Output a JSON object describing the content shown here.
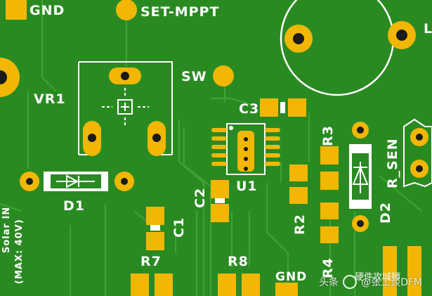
{
  "labels": {
    "gnd_top": "GND",
    "set_mppt": "SET-MPPT",
    "vr1": "VR1",
    "sw": "SW",
    "c3": "C3",
    "r3": "R3",
    "r_sen": "R_SEN",
    "u1": "U1",
    "c2": "C2",
    "d1": "D1",
    "c1": "C1",
    "r2": "R2",
    "d2": "D2",
    "r4": "R4",
    "r7": "R7",
    "r8": "R8",
    "gnd_bottom": "GND",
    "l_partial": "L",
    "solar_in": "Solar IN",
    "max_voltage": "(MAX: 40V)"
  },
  "watermark": {
    "line1": "头条",
    "line2": "@张工谈DFM",
    "overlay": "硬件攻城狮"
  },
  "colors": {
    "board": "#2a8a22",
    "copper": "#f2b705",
    "silk": "#ffffff",
    "trace": "#3aa62d"
  }
}
